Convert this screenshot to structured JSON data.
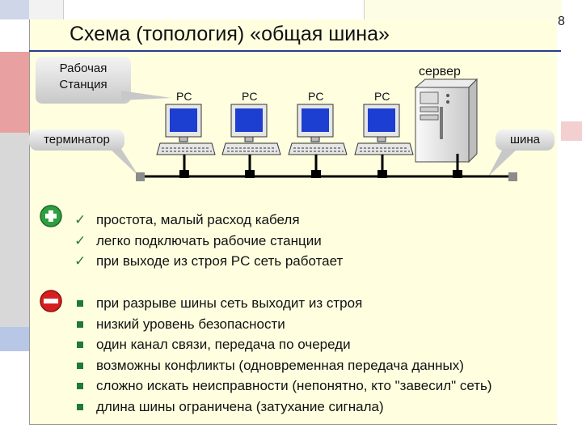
{
  "slide": {
    "title": "Схема (топология) «общая шина»",
    "page_number": "8"
  },
  "diagram": {
    "workstation_callout": [
      "Рабочая",
      "Станция"
    ],
    "terminator_label": "терминатор",
    "bus_label": "шина",
    "server_label": "сервер",
    "pc_labels": [
      "PC",
      "PC",
      "PC",
      "PC"
    ]
  },
  "advantages": {
    "icon": "plus-icon",
    "items": [
      "простота, малый расход кабеля",
      "легко подключать рабочие станции",
      "при выходе из строя PC сеть работает"
    ]
  },
  "disadvantages": {
    "icon": "minus-icon",
    "items": [
      "при разрыве шины сеть выходит из строя",
      "низкий уровень безопасности",
      "один канал связи, передача по очереди",
      "возможны конфликты (одновременная передача данных)",
      "сложно искать неисправности (непонятно, кто \"завесил\" сеть)",
      "длина шины ограничена (затухание сигнала)"
    ]
  },
  "colors": {
    "panel_bg": "#ffffe0",
    "title_line": "#2b3a8f",
    "plus_icon": "#2e9e3e",
    "minus_icon": "#d62020",
    "screen": "#1c3fd1"
  }
}
